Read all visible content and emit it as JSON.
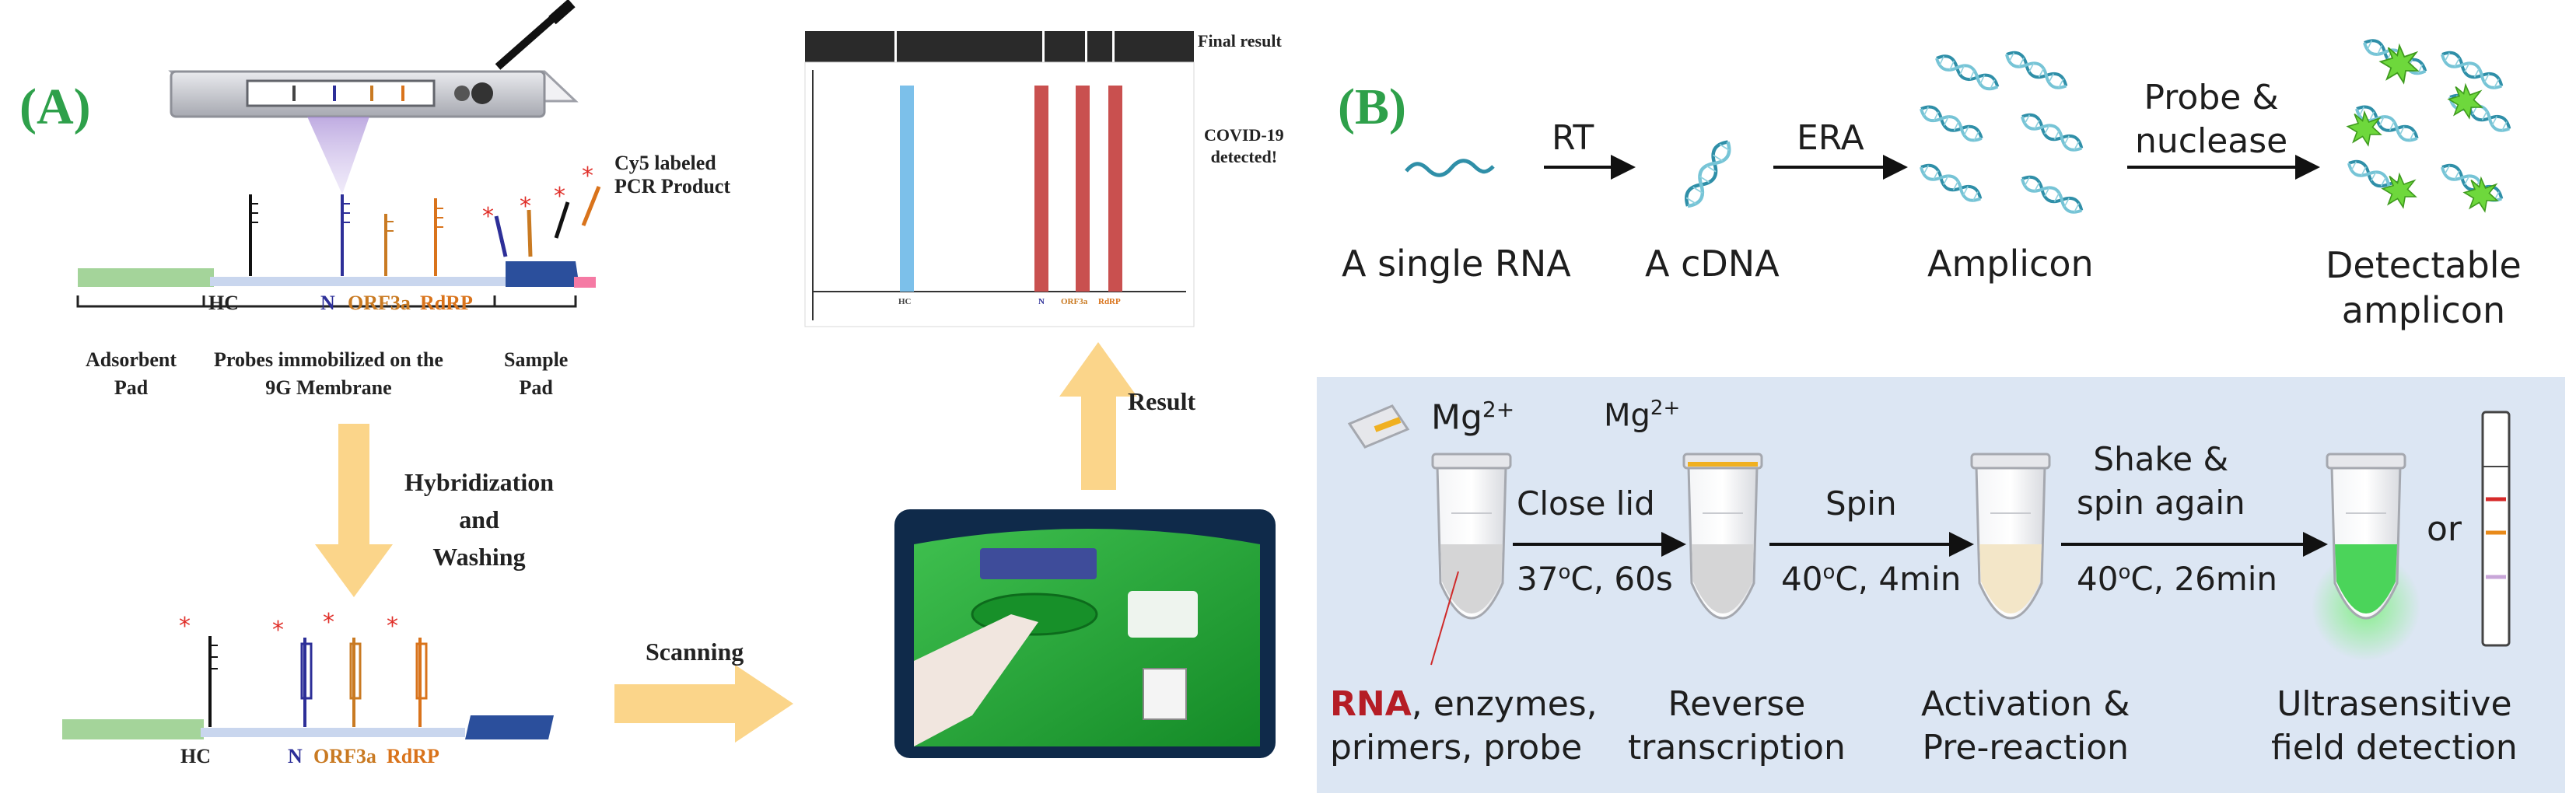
{
  "panel_a": {
    "label": "(A)",
    "cy5_label": "Cy5 labeled\nPCR Product",
    "strip_top": {
      "hc": "HC",
      "n": "N",
      "orf3a": "ORF3a",
      "rdrp": "RdRP",
      "adsorbent": "Adsorbent\nPad",
      "probes": "Probes immobilized on the\n9G Membrane",
      "sample": "Sample\nPad"
    },
    "hybridization": "Hybridization\nand\nWashing",
    "strip_bottom": {
      "hc": "HC",
      "n": "N",
      "orf3a": "ORF3a",
      "rdrp": "RdRP"
    },
    "scanning": "Scanning",
    "result": "Result",
    "final_result": "Final result",
    "covid_detected": "COVID-19\ndetected!",
    "scan_axis": {
      "hc": "HC",
      "n": "N",
      "orf3a": "ORF3a",
      "rdrp": "RdRP"
    }
  },
  "panel_b": {
    "label": "(B)",
    "top_flow": {
      "rt": "RT",
      "era": "ERA",
      "probe_nuclease": "Probe &\nnuclease",
      "single_rna": "A single RNA",
      "cdna": "A cDNA",
      "amplicon": "Amplicon",
      "detectable": "Detectable\namplicon"
    },
    "bottom_flow": {
      "mg_base": "Mg",
      "mg_sup": "2+",
      "close_lid": "Close lid",
      "cond1_a": "37",
      "cond1_sup": "o",
      "cond1_b": "C, 60s",
      "spin": "Spin",
      "cond2_a": "40",
      "cond2_sup": "o",
      "cond2_b": "C, 4min",
      "shake": "Shake &\nspin again",
      "cond3_a": "40",
      "cond3_sup": "o",
      "cond3_b": "C, 26min",
      "or": "or",
      "rna_word": "RNA",
      "reagents_rest": ", enzymes,",
      "reagents_line2": "primers, probe",
      "reverse": "Reverse\ntranscription",
      "activation": "Activation &\nPre-reaction",
      "ultra": "Ultrasensitive\nfield detection"
    }
  },
  "colors": {
    "panel_label": "#2ea04a",
    "arrow_yellow": "#fbd58a",
    "panel_b_bg": "#dce6f3",
    "hc_bar": "#7cc0ea",
    "target_bar": "#c9504f",
    "device_green": "#23a035",
    "rna_red": "#b51d25",
    "orf3a": "#c97a22",
    "rdrp": "#d9731b",
    "n_blue": "#2d2f98"
  }
}
